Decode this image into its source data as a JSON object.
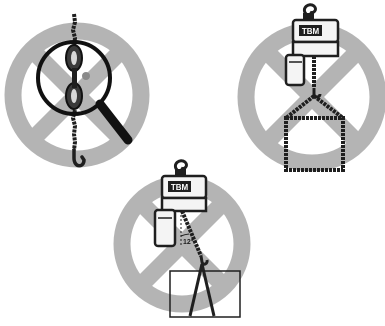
{
  "colors": {
    "prohibition_fill": "#b4b4b4",
    "line": "#1f1f1f",
    "hoist_body": "#f4f4f4",
    "background": "#ffffff"
  },
  "panels": [
    {
      "id": "shock-load",
      "icons": [
        "prohibition-icon",
        "magnifier-icon",
        "hook-icon",
        "chain-icon"
      ]
    },
    {
      "id": "wide-sling",
      "brand": "TBM",
      "icons": [
        "prohibition-icon",
        "hoist-icon",
        "chain-icon"
      ]
    },
    {
      "id": "angle-pull",
      "brand": "TBM",
      "angle_label": "12°",
      "icons": [
        "prohibition-icon",
        "hoist-icon",
        "chain-icon"
      ]
    }
  ]
}
